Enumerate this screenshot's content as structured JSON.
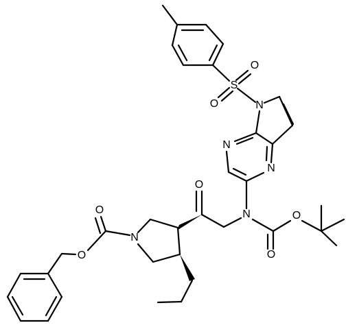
{
  "atom_labels": {
    "sulfur": "S",
    "sulfonyl_oxygen_top": "O",
    "sulfonyl_oxygen_bottom": "O",
    "pyrrole_nitrogen": "N",
    "pyrazine_nitrogen_left": "N",
    "pyrazine_nitrogen_right": "N",
    "ketone_oxygen": "O",
    "carbamate_nitrogen": "N",
    "boc_ether_oxygen": "O",
    "boc_carbonyl_oxygen": "O",
    "cbz_carbonyl_oxygen": "O",
    "pyrrolidine_nitrogen": "N",
    "cbz_ether_oxygen": "O"
  }
}
